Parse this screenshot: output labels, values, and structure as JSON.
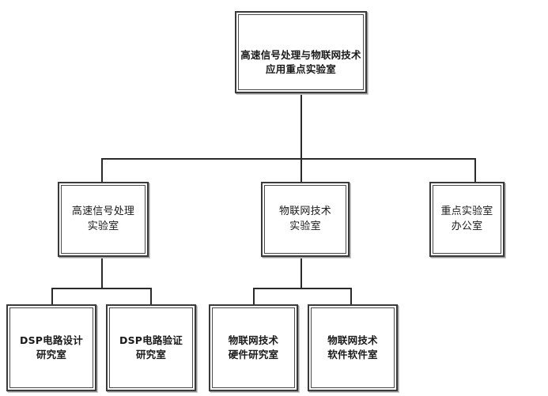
{
  "diagram": {
    "title_node": {
      "id": "root",
      "lines": [
        "高速信号处理与物联网技术",
        "应用重点实验室"
      ]
    },
    "level2": [
      {
        "id": "lab-dsp",
        "lines": [
          "高速信号处理",
          "实验室"
        ]
      },
      {
        "id": "lab-iot",
        "lines": [
          "物联网技术",
          "实验室"
        ]
      },
      {
        "id": "lab-office",
        "lines": [
          "重点实验室",
          "办公室"
        ]
      }
    ],
    "level3": [
      {
        "id": "dsp-circuit-design",
        "parent": "lab-dsp",
        "lines": [
          "DSP电路设计",
          "研究室"
        ]
      },
      {
        "id": "dsp-circuit-verify",
        "parent": "lab-dsp",
        "lines": [
          "DSP电路验证",
          "研究室"
        ]
      },
      {
        "id": "iot-hardware",
        "parent": "lab-iot",
        "lines": [
          "物联网技术",
          "硬件研究室"
        ]
      },
      {
        "id": "iot-software",
        "parent": "lab-iot",
        "lines": [
          "物联网技术",
          "软件软件室"
        ]
      }
    ],
    "colors": {
      "background": "#ffffff",
      "box_fill": "#ffffff",
      "box_border": "#3a3a3a",
      "connector": "#2b2b2b",
      "text": "#1a1a1a"
    }
  }
}
